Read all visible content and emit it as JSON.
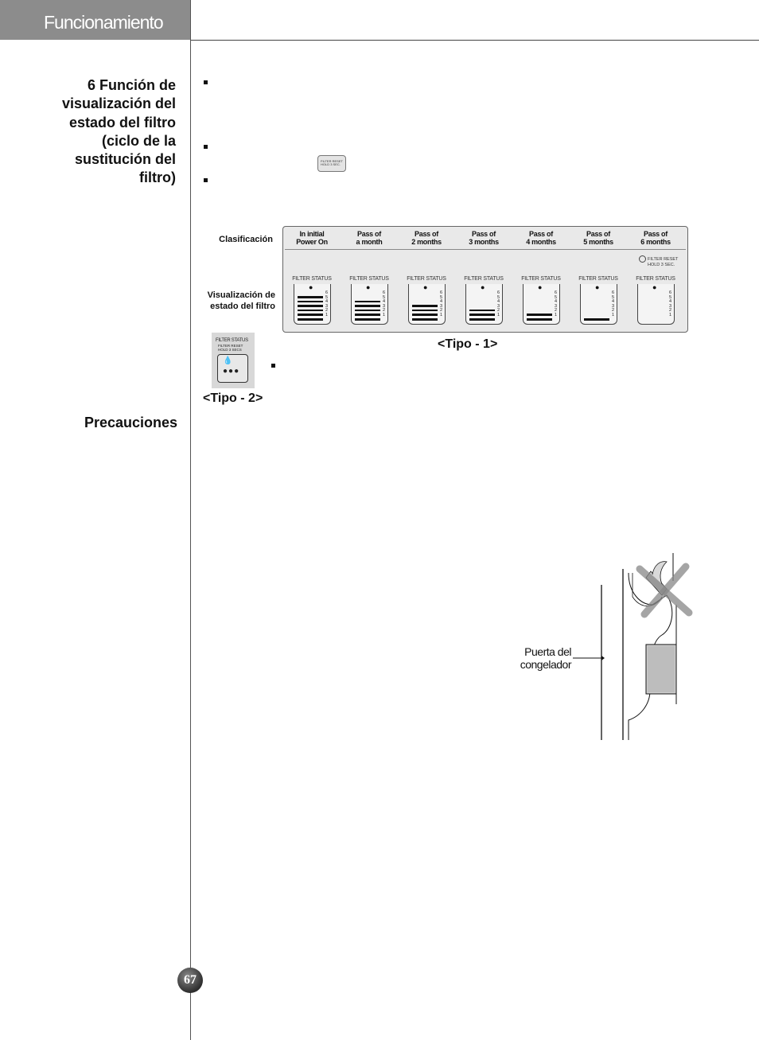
{
  "header": {
    "title": "Funcionamiento"
  },
  "section": {
    "title_lines": [
      "6 Función de",
      "visualización del",
      "estado del filtro",
      "(ciclo de la",
      "sustitución del",
      "filtro)"
    ],
    "precautions": "Precauciones"
  },
  "mini_button": {
    "lines": [
      "FILTER RESET",
      "HOLD 3 SEC."
    ]
  },
  "tipo1": {
    "row_labels": {
      "classification": "Clasificación",
      "display_lines": [
        "Visualización de",
        "estado del filtro"
      ]
    },
    "columns": [
      {
        "head": [
          "In initial",
          "Power On"
        ],
        "bars": 6
      },
      {
        "head": [
          "Pass of",
          "a month"
        ],
        "bars": 5
      },
      {
        "head": [
          "Pass of",
          "2 months"
        ],
        "bars": 4
      },
      {
        "head": [
          "Pass of",
          "3 months"
        ],
        "bars": 3
      },
      {
        "head": [
          "Pass of",
          "4 months"
        ],
        "bars": 2
      },
      {
        "head": [
          "Pass of",
          "5 months"
        ],
        "bars": 1
      },
      {
        "head": [
          "Pass of",
          "6 months"
        ],
        "bars": 0
      }
    ],
    "filter_status_label": "FILTER STATUS",
    "scale": [
      "6",
      "5",
      "4",
      "3",
      "2",
      "1"
    ],
    "reset_lines": [
      "FILTER RESET",
      "HOLD 3 SEC."
    ],
    "caption": "<Tipo - 1>"
  },
  "tipo2": {
    "title": "FILTER STATUS",
    "reset_lines": [
      "FILTER RESET",
      "HOLD 3 SECS"
    ],
    "caption": "<Tipo - 2>"
  },
  "illustration": {
    "label_lines": [
      "Puerta del",
      "congelador"
    ]
  },
  "page_number": "67"
}
